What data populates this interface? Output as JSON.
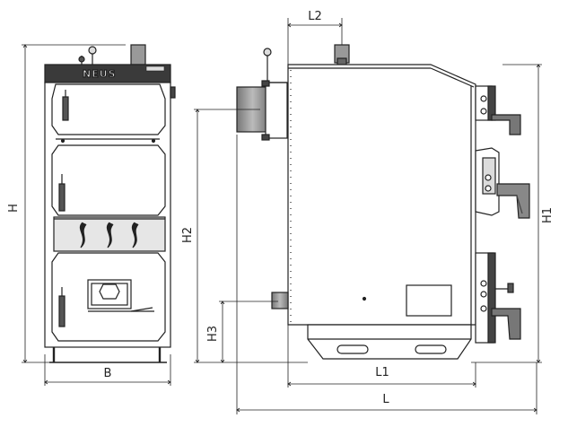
{
  "logo_text": "NEUS",
  "dimensions": {
    "H": "H",
    "B": "B",
    "H1": "H1",
    "H2": "H2",
    "H3": "H3",
    "L": "L",
    "L1": "L1",
    "L2": "L2"
  },
  "colors": {
    "line": "#222222",
    "shade": "#9a9a9a",
    "dark": "#3a3a3a",
    "light": "#d8d8d8"
  }
}
